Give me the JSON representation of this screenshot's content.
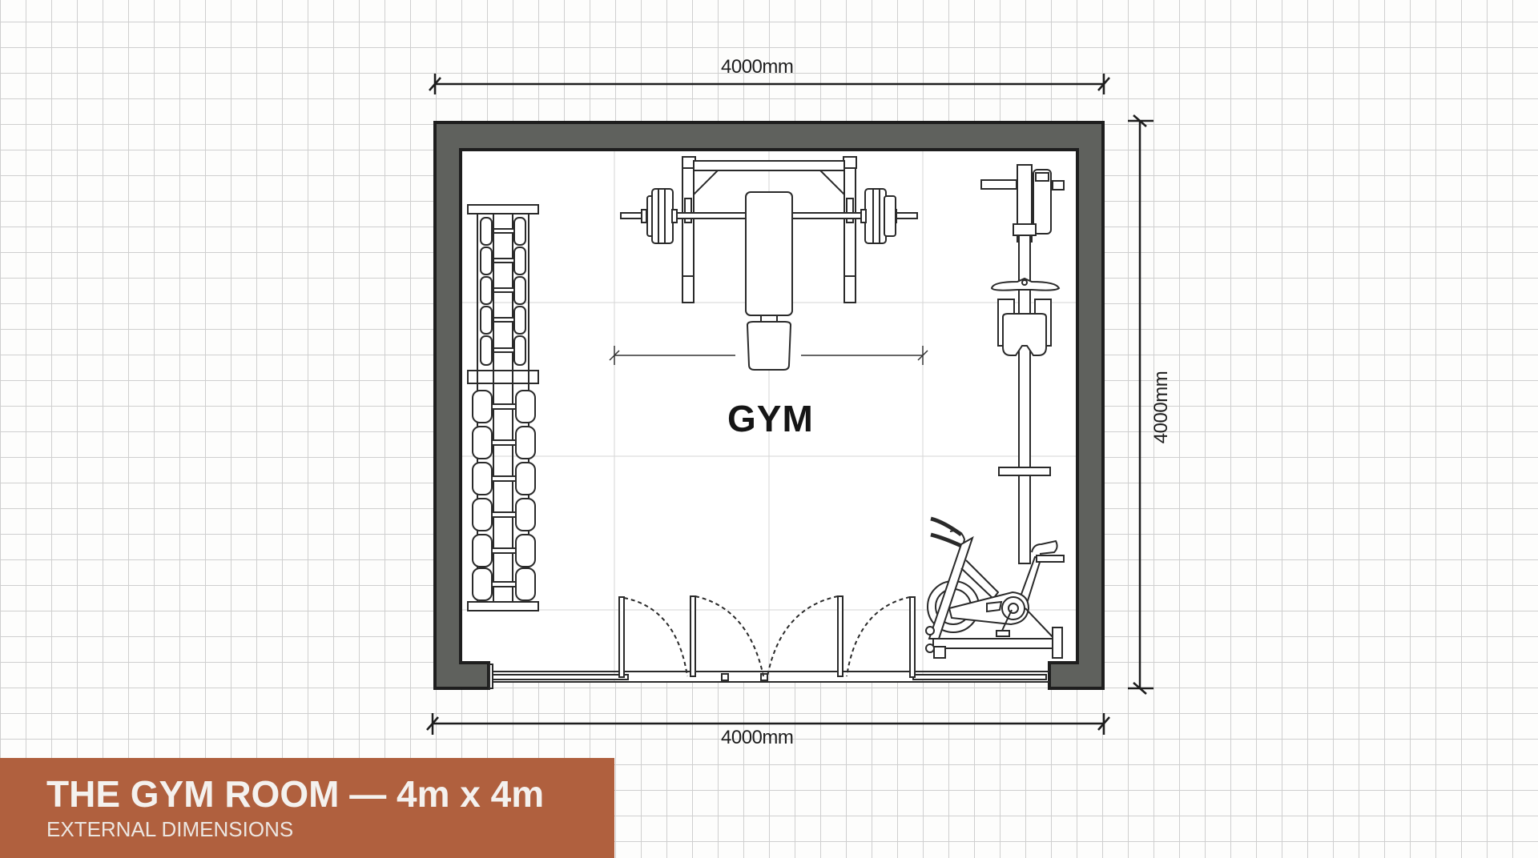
{
  "plan": {
    "room_label": "GYM",
    "dimensions": {
      "top": "4000mm",
      "bottom": "4000mm",
      "right": "4000mm"
    },
    "equipment": [
      {
        "name": "dumbbell-rack",
        "description": "Two-tier dumbbell rack along left wall"
      },
      {
        "name": "power-rack-with-barbell",
        "description": "Squat/power rack with loaded barbell"
      },
      {
        "name": "adjustable-bench",
        "description": "Weight bench"
      },
      {
        "name": "rowing-machine",
        "description": "Rowing machine along right wall"
      },
      {
        "name": "spin-bike",
        "description": "Stationary exercise bike, bottom-right corner"
      },
      {
        "name": "folding-doors",
        "description": "Bi-fold glass doors along bottom wall"
      }
    ],
    "colors": {
      "wall": "#5f615d",
      "wall_outline": "#1e1e1e",
      "grid": "#cfcfcf",
      "banner": "#b0603e"
    }
  },
  "banner": {
    "title": "THE GYM ROOM — 4m x 4m",
    "subtitle": "EXTERNAL DIMENSIONS"
  }
}
